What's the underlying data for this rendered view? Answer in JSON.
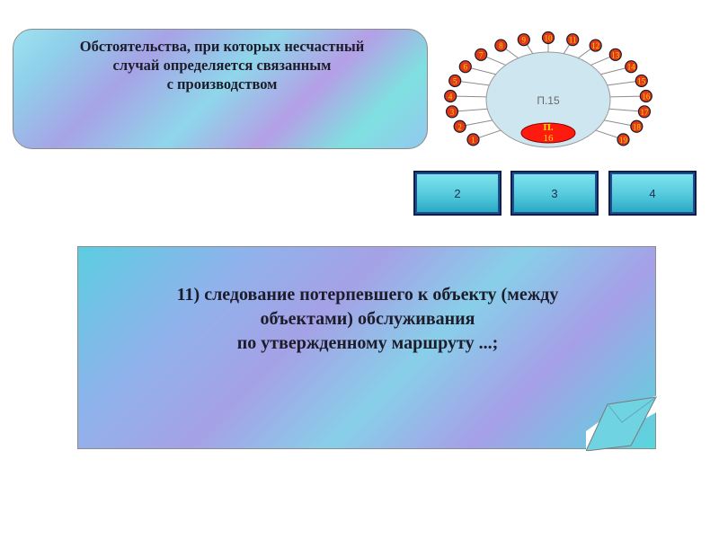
{
  "title_box": {
    "lines": [
      "Обстоятельства, при которых несчастный",
      "случай определяется связанным",
      "с производством"
    ]
  },
  "wheel": {
    "center_label": "П.15",
    "red_label_line1": "П.",
    "red_label_line2": "16",
    "spoke_labels": [
      "1",
      "2",
      "3",
      "4",
      "5",
      "6",
      "7",
      "8",
      "9",
      "10",
      "11",
      "12",
      "13",
      "14",
      "15",
      "16",
      "17",
      "18",
      "19"
    ]
  },
  "nav": {
    "buttons": [
      "2",
      "3",
      "4"
    ]
  },
  "main_box": {
    "lines": [
      "11) следование потерпевшего к объекту (между",
      "объектами) обслуживания",
      "по утвержденному маршруту ...;"
    ]
  },
  "colors": {
    "node_fill": "#e03a1a",
    "red_oval": "#ff1a10",
    "ellipse_fill": "#cde6ef"
  }
}
